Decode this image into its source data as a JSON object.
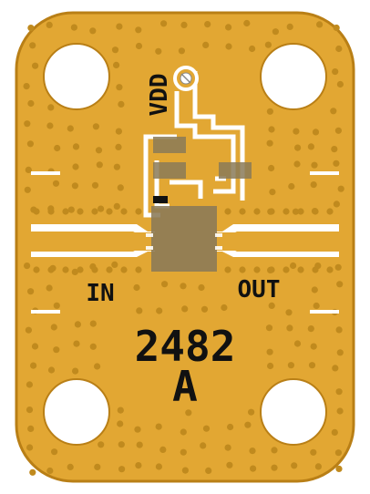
{
  "labels": {
    "supply": "VDD",
    "input": "IN",
    "output": "OUT",
    "part_number": "2482",
    "revision": "A"
  },
  "colors": {
    "board_gold": "#e2a733",
    "board_edge": "#b97f16",
    "via_dot": "#c08a1e",
    "trace_gap": "#ffffff",
    "component_gray": "#8a7a58",
    "text": "#111111"
  }
}
